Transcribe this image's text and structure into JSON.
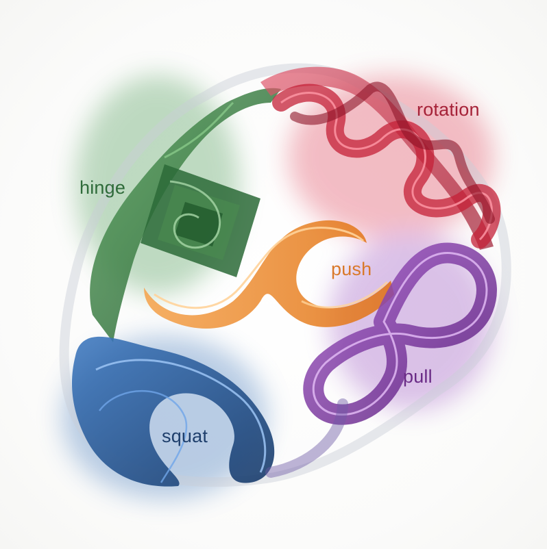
{
  "labels": {
    "hinge": "hinge",
    "rotation": "rotation",
    "push": "push",
    "pull": "pull",
    "squat": "squat"
  },
  "colors": {
    "hinge": "#2f7a3c",
    "rotation": "#c8283f",
    "push": "#f08a1c",
    "pull": "#7b2f9e",
    "squat": "#1e4e8f"
  }
}
